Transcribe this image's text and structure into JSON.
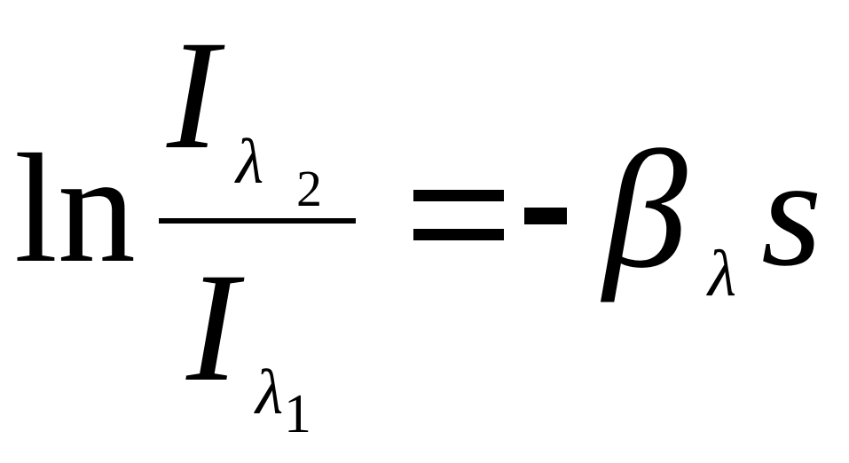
{
  "formula": {
    "ln": "ln",
    "numerator": {
      "symbol": "I",
      "subscript_symbol": "λ",
      "subscript_index": "2"
    },
    "denominator": {
      "symbol": "I",
      "subscript_symbol": "λ",
      "subscript_index": "1"
    },
    "rhs": {
      "coefficient": "β",
      "coefficient_subscript": "λ",
      "variable": "s"
    }
  }
}
